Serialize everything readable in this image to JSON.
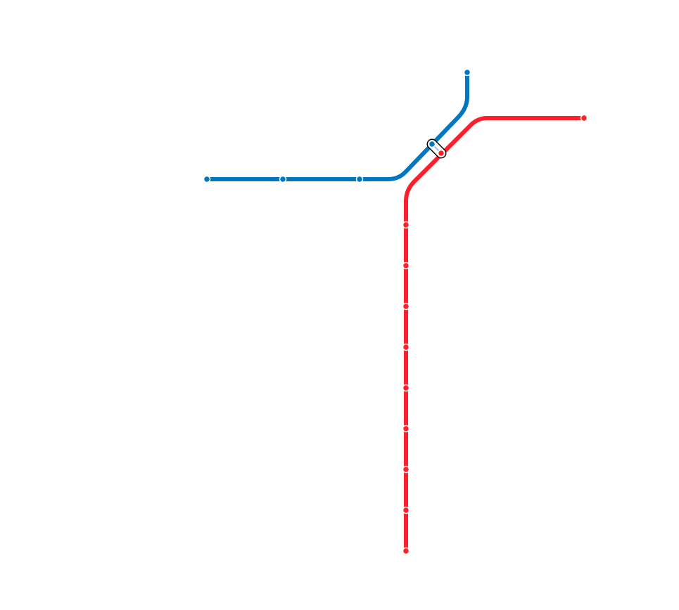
{
  "lines": [
    {
      "name": "blue-line",
      "color": "#0077c0",
      "station_count": 5
    },
    {
      "name": "red-line",
      "color": "#ff1f2b",
      "station_count": 11
    }
  ],
  "interchanges": 1
}
